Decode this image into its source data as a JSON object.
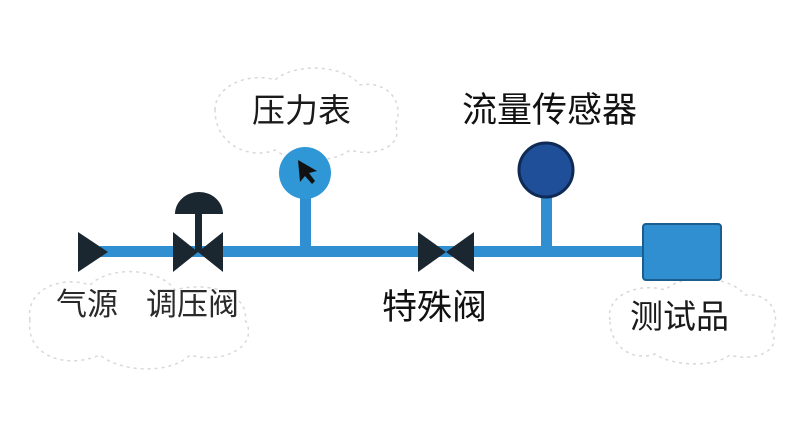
{
  "colors": {
    "pipe": "#2f8fd0",
    "valve": "#1a2630",
    "gauge_fill": "#2f97d6",
    "sensor_fill": "#1f4f98",
    "sensor_stroke": "#0f2a55",
    "test_item_fill": "#2f8fd0",
    "test_item_stroke": "#1b5d8f",
    "cloud_stroke": "#d8d8d8"
  },
  "icons": {
    "source": "source-valve-triangle-icon",
    "regulator": "pressure-regulating-valve-icon",
    "gauge": "pressure-gauge-icon",
    "special": "special-valve-icon",
    "sensor": "flow-sensor-icon",
    "test_item": "test-item-icon"
  },
  "labels": {
    "source": "气源",
    "regulator": "调压阀",
    "gauge": "压力表",
    "sensor": "流量传感器",
    "special": "特殊阀",
    "test_item": "测试品"
  }
}
